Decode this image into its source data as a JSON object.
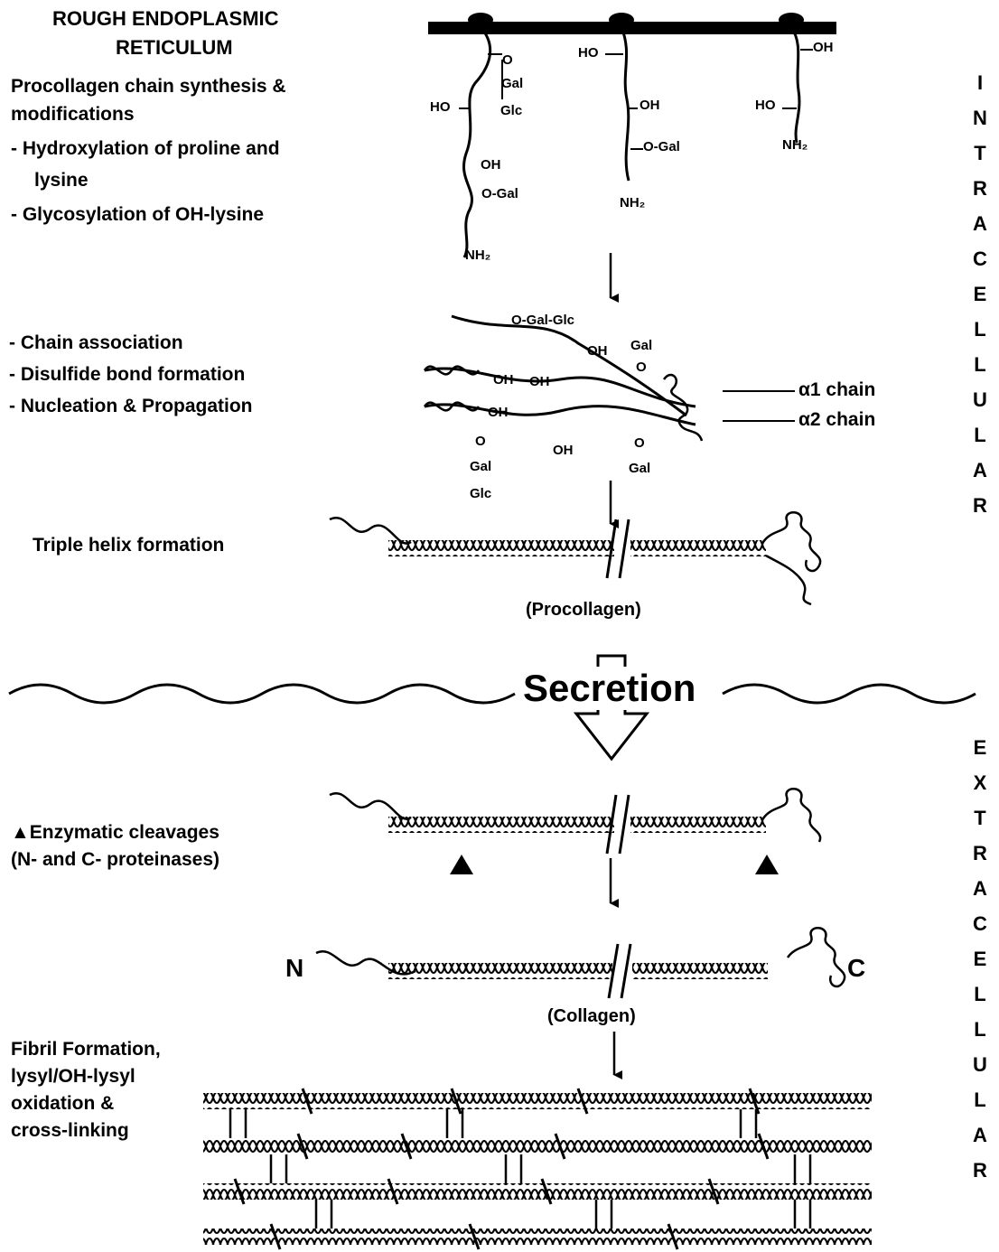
{
  "rer_title_line1": "ROUGH ENDOPLASMIC",
  "rer_title_line2": "RETICULUM",
  "synthesis_heading_line1": "Procollagen chain synthesis &",
  "synthesis_heading_line2": "modifications",
  "step_hydroxylation_line1": "- Hydroxylation of proline and",
  "step_hydroxylation_line2": "lysine",
  "step_glycosylation": "- Glycosylation of OH-lysine",
  "step_chain_association": "- Chain association",
  "step_disulfide": "- Disulfide bond formation",
  "step_nucleation": "- Nucleation & Propagation",
  "step_triple_helix": "Triple helix formation",
  "label_procollagen": "(Procollagen)",
  "label_secretion": "Secretion",
  "step_enzymatic_line1": "▲Enzymatic cleavages",
  "step_enzymatic_line2": "(N- and C- proteinases)",
  "label_n": "N",
  "label_c": "C",
  "label_collagen": "(Collagen)",
  "step_fibril_line1": "Fibril Formation,",
  "step_fibril_line2": "lysyl/OH-lysyl",
  "step_fibril_line3": "oxidation &",
  "step_fibril_line4": "cross-linking",
  "label_alpha1": "α1 chain",
  "label_alpha2": "α2 chain",
  "chem": {
    "o": "O",
    "gal": "Gal",
    "glc": "Glc",
    "ho": "HO",
    "oh": "OH",
    "o_gal": "O-Gal",
    "nh2": "NH₂",
    "o_gal_glc": "O-Gal-Glc"
  },
  "side_intracellular": [
    "I",
    "N",
    "T",
    "R",
    "A",
    "C",
    "E",
    "L",
    "L",
    "U",
    "L",
    "A",
    "R"
  ],
  "side_extracellular": [
    "E",
    "X",
    "T",
    "R",
    "A",
    "C",
    "E",
    "L",
    "L",
    "U",
    "L",
    "A",
    "R"
  ]
}
